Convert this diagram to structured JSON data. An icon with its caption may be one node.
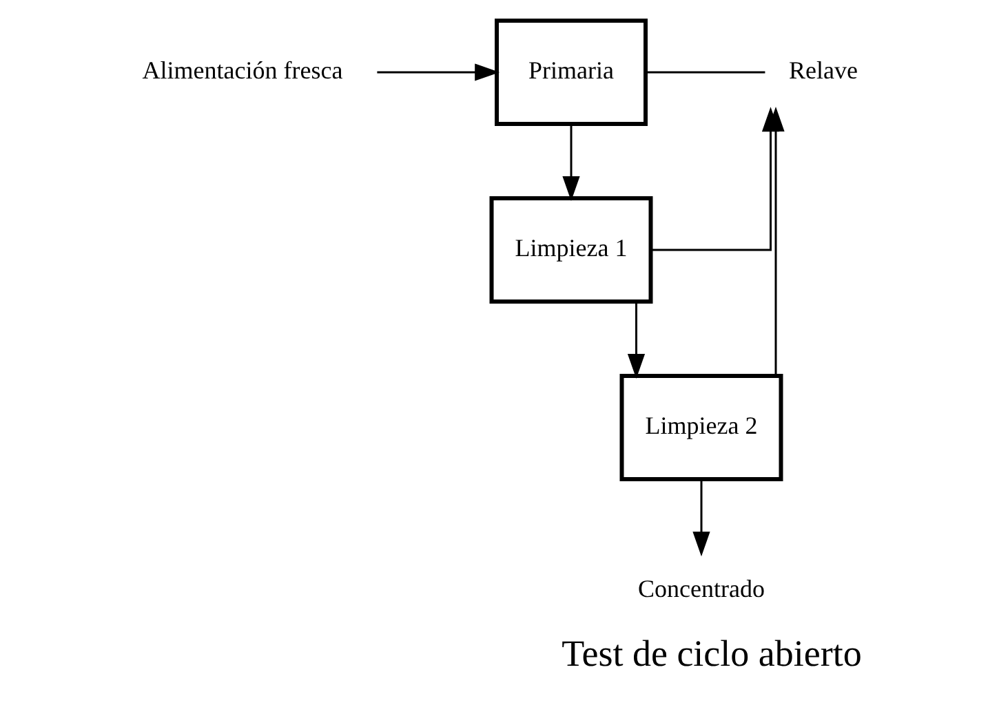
{
  "diagram": {
    "caption": "Test de ciclo abierto",
    "nodes": [
      {
        "text": [
          "Alimentación fresca"
        ]
      },
      {
        "text": [
          "Primaria"
        ]
      },
      {
        "text": [
          "Limpieza 1"
        ]
      },
      {
        "text": [
          "Limpieza 2"
        ]
      },
      {
        "text": [
          "Relave"
        ]
      },
      {
        "text": [
          "Concentrado"
        ]
      }
    ],
    "edges": [
      {
        "from": 0,
        "to": 1,
        "arrow": "to"
      },
      {
        "from": 1,
        "to": 2,
        "arrow": "to"
      },
      {
        "from": 2,
        "to": 3,
        "arrow": "to"
      },
      {
        "from": 3,
        "to": 5,
        "arrow": "to"
      },
      {
        "from": 1,
        "to": 4,
        "arrow": "none"
      },
      {
        "from": 2,
        "to": 4,
        "arrow": "to"
      },
      {
        "from": 3,
        "to": 4,
        "arrow": "to"
      }
    ]
  }
}
